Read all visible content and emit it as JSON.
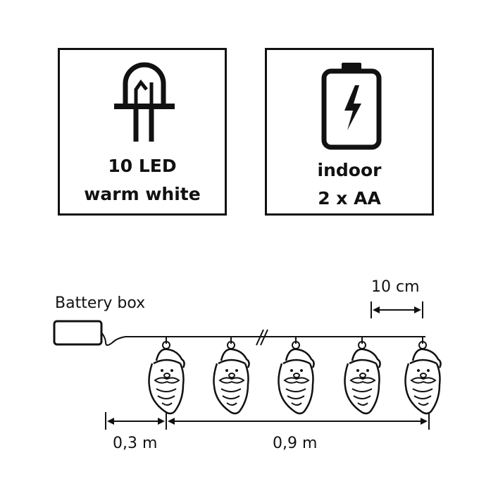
{
  "led_panel": {
    "line1": "10 LED",
    "line2": "warm white",
    "icon": "led-icon"
  },
  "battery_panel": {
    "line1": "indoor",
    "line2": "2 x AA",
    "icon": "battery-icon"
  },
  "diagram": {
    "battery_box_label": "Battery box",
    "spacing_label": "10 cm",
    "lead_length_label": "0,3 m",
    "string_length_label": "0,9 m",
    "figure_icon": "santa-face-icon",
    "figure_count": 5
  },
  "colors": {
    "line": "#111111",
    "background": "#ffffff"
  }
}
